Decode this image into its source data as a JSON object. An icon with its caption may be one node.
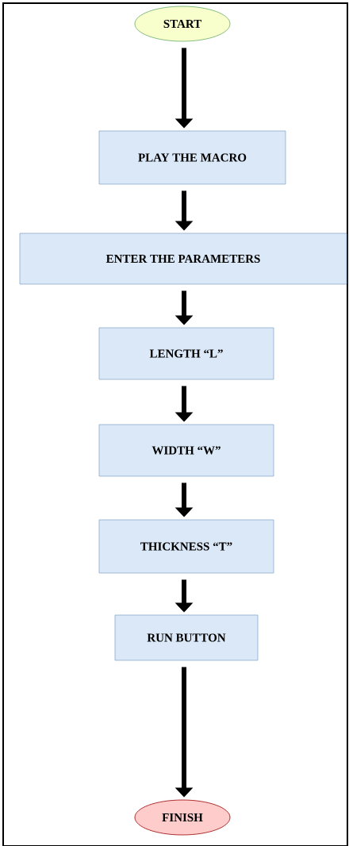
{
  "diagram": {
    "nodes": [
      {
        "text": [
          "START"
        ]
      },
      {
        "text": [
          "PLAY THE MACRO"
        ]
      },
      {
        "text": [
          "ENTER THE PARAMETERS"
        ]
      },
      {
        "text": [
          "LENGTH “L”"
        ]
      },
      {
        "text": [
          "WIDTH “W”"
        ]
      },
      {
        "text": [
          "THICKNESS “T”"
        ]
      },
      {
        "text": [
          "RUN BUTTON"
        ]
      },
      {
        "text": [
          "FINISH"
        ]
      }
    ],
    "edges": [
      {
        "from": 0,
        "to": 1,
        "arrow": "to"
      },
      {
        "from": 1,
        "to": 2,
        "arrow": "to"
      },
      {
        "from": 2,
        "to": 3,
        "arrow": "to"
      },
      {
        "from": 3,
        "to": 4,
        "arrow": "to"
      },
      {
        "from": 4,
        "to": 5,
        "arrow": "to"
      },
      {
        "from": 5,
        "to": 6,
        "arrow": "to"
      },
      {
        "from": 6,
        "to": 7,
        "arrow": "to"
      }
    ]
  }
}
